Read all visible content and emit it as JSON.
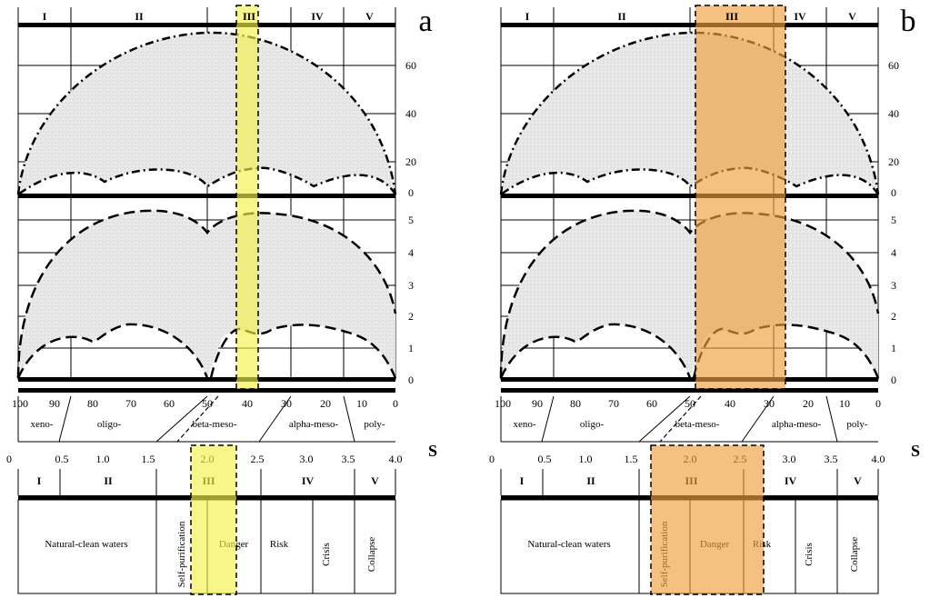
{
  "panels": [
    {
      "letter": "a",
      "roman": [
        "I",
        "II",
        "III",
        "IV",
        "V"
      ],
      "right_ticks_top": [
        "60",
        "40",
        "20",
        "0"
      ],
      "right_ticks_mid": [
        "5",
        "4",
        "3",
        "2",
        "1",
        "0"
      ],
      "saprobity_ticks": [
        "100",
        "90",
        "80",
        "70",
        "60",
        "50",
        "40",
        "30",
        "20",
        "10",
        "0"
      ],
      "zones": [
        "xeno-",
        "oligo-",
        "beta-meso-",
        "alpha-meso-",
        "poly-"
      ],
      "s_ticks": [
        "0",
        "0.5",
        "1.0",
        "1.5",
        "2.0",
        "2.5",
        "3.0",
        "3.5",
        "4.0"
      ],
      "s_label": "S",
      "classes_lower": [
        "I",
        "II",
        "III",
        "IV",
        "V"
      ],
      "states": {
        "natural": "Natural-clean waters",
        "self": "Self-purification",
        "danger": "Danger",
        "risk": "Risk",
        "crisis": "Crisis",
        "collapse": "Collapse"
      },
      "highlight_color": "#f2f24a"
    },
    {
      "letter": "b",
      "roman": [
        "I",
        "II",
        "III",
        "IV",
        "V"
      ],
      "right_ticks_top": [
        "60",
        "40",
        "20",
        "0"
      ],
      "right_ticks_mid": [
        "5",
        "4",
        "3",
        "2",
        "1",
        "0"
      ],
      "saprobity_ticks": [
        "100",
        "90",
        "80",
        "70",
        "60",
        "50",
        "40",
        "30",
        "20",
        "10",
        "0"
      ],
      "zones": [
        "xeno-",
        "oligo-",
        "beta-meso-",
        "alpha-meso-",
        "poly-"
      ],
      "s_ticks": [
        "0",
        "0.5",
        "1.0",
        "1.5",
        "2.0",
        "2.5",
        "3.0",
        "3.5",
        "4.0"
      ],
      "s_label": "S",
      "classes_lower": [
        "I",
        "II",
        "III",
        "IV",
        "V"
      ],
      "states": {
        "natural": "Natural-clean waters",
        "self": "Self-purification",
        "danger": "Danger",
        "risk": "Risk",
        "crisis": "Crisis",
        "collapse": "Collapse"
      },
      "highlight_color": "#f0a040"
    }
  ]
}
